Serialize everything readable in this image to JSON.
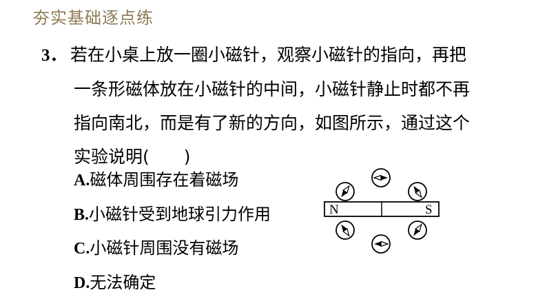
{
  "header": {
    "title": "夯实基础逐点练"
  },
  "question": {
    "number": "3",
    "number_suffix": "．",
    "lines": [
      "若在小桌上放一圈小磁针，观察小磁针的指向，再把",
      "一条形磁体放在小磁针的中间，小磁针静止时都不再",
      "指向南北，而是有了新的方向，如图所示，通过这个",
      "实验说明(　　)"
    ]
  },
  "options": [
    {
      "letter": "A.",
      "text": "磁体周围存在着磁场"
    },
    {
      "letter": "B.",
      "text": "小磁针受到地球引力作用"
    },
    {
      "letter": "C.",
      "text": "小磁针周围没有磁场"
    },
    {
      "letter": "D.",
      "text": "无法确定"
    }
  ],
  "figure": {
    "magnet_north_label": "N",
    "magnet_south_label": "S",
    "compass_icon": "compass-needle-icon",
    "magnet_icon": "bar-magnet-icon"
  }
}
